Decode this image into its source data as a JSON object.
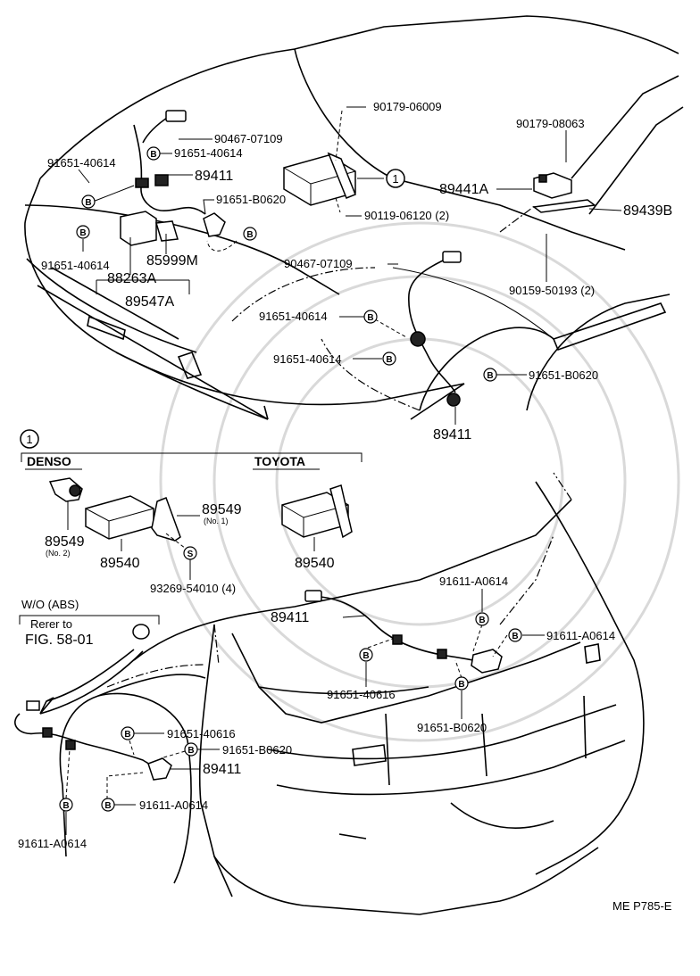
{
  "diagram": {
    "top_callouts": {
      "p90179_06009": "90179-06009",
      "p90467_07109_a": "90467-07109",
      "p91651_40614_a": "91651-40614",
      "p91651_40614_left_top": "91651-40614",
      "p89411_a": "89411",
      "p91651_B0620_a": "91651-B0620",
      "p91651_40614_left_bot": "91651-40614",
      "p85999M": "85999M",
      "p88263A": "88263A",
      "p89547A": "89547A",
      "circle_ref": "1",
      "p90119_06120": "90119-06120 (2)",
      "p90179_08063": "90179-08063",
      "p89441A": "89441A",
      "p89439B": "89439B",
      "p90467_07109_b": "90467-07109",
      "p90159_50193": "90159-50193 (2)",
      "p91651_40614_mid1": "91651-40614",
      "p91651_40614_mid2": "91651-40614",
      "p91651_B0620_b": "91651-B0620",
      "p89411_b": "89411"
    },
    "inset": {
      "circle_ref": "1",
      "denso_label": "DENSO",
      "toyota_label": "TOYOTA",
      "p89549_no2": "89549",
      "p89549_no2_note": "(No. 2)",
      "p89540_denso": "89540",
      "p89549_no1": "89549",
      "p89549_no1_note": "(No. 1)",
      "p93269": "93269-54010 (4)",
      "p89540_toyota": "89540"
    },
    "rear": {
      "wo_abs": "W/O (ABS)",
      "refer_line1": "Rerer to",
      "refer_line2": "FIG. 58-01",
      "p91611_A0614_a": "91611-A0614",
      "p89411_c": "89411",
      "p91611_A0614_b": "91611-A0614",
      "p91651_40616_a": "91651-40616",
      "p91651_B0620_c": "91651-B0620",
      "p91651_40616_b": "91651-40616",
      "p91651_B0620_d": "91651-B0620",
      "p89411_d": "89411",
      "p91611_A0614_c": "91611-A0614",
      "p91611_A0614_d": "91611-A0614"
    },
    "bolt_marker": "B",
    "screw_marker": "S",
    "figure_code": "ME P785-E"
  }
}
